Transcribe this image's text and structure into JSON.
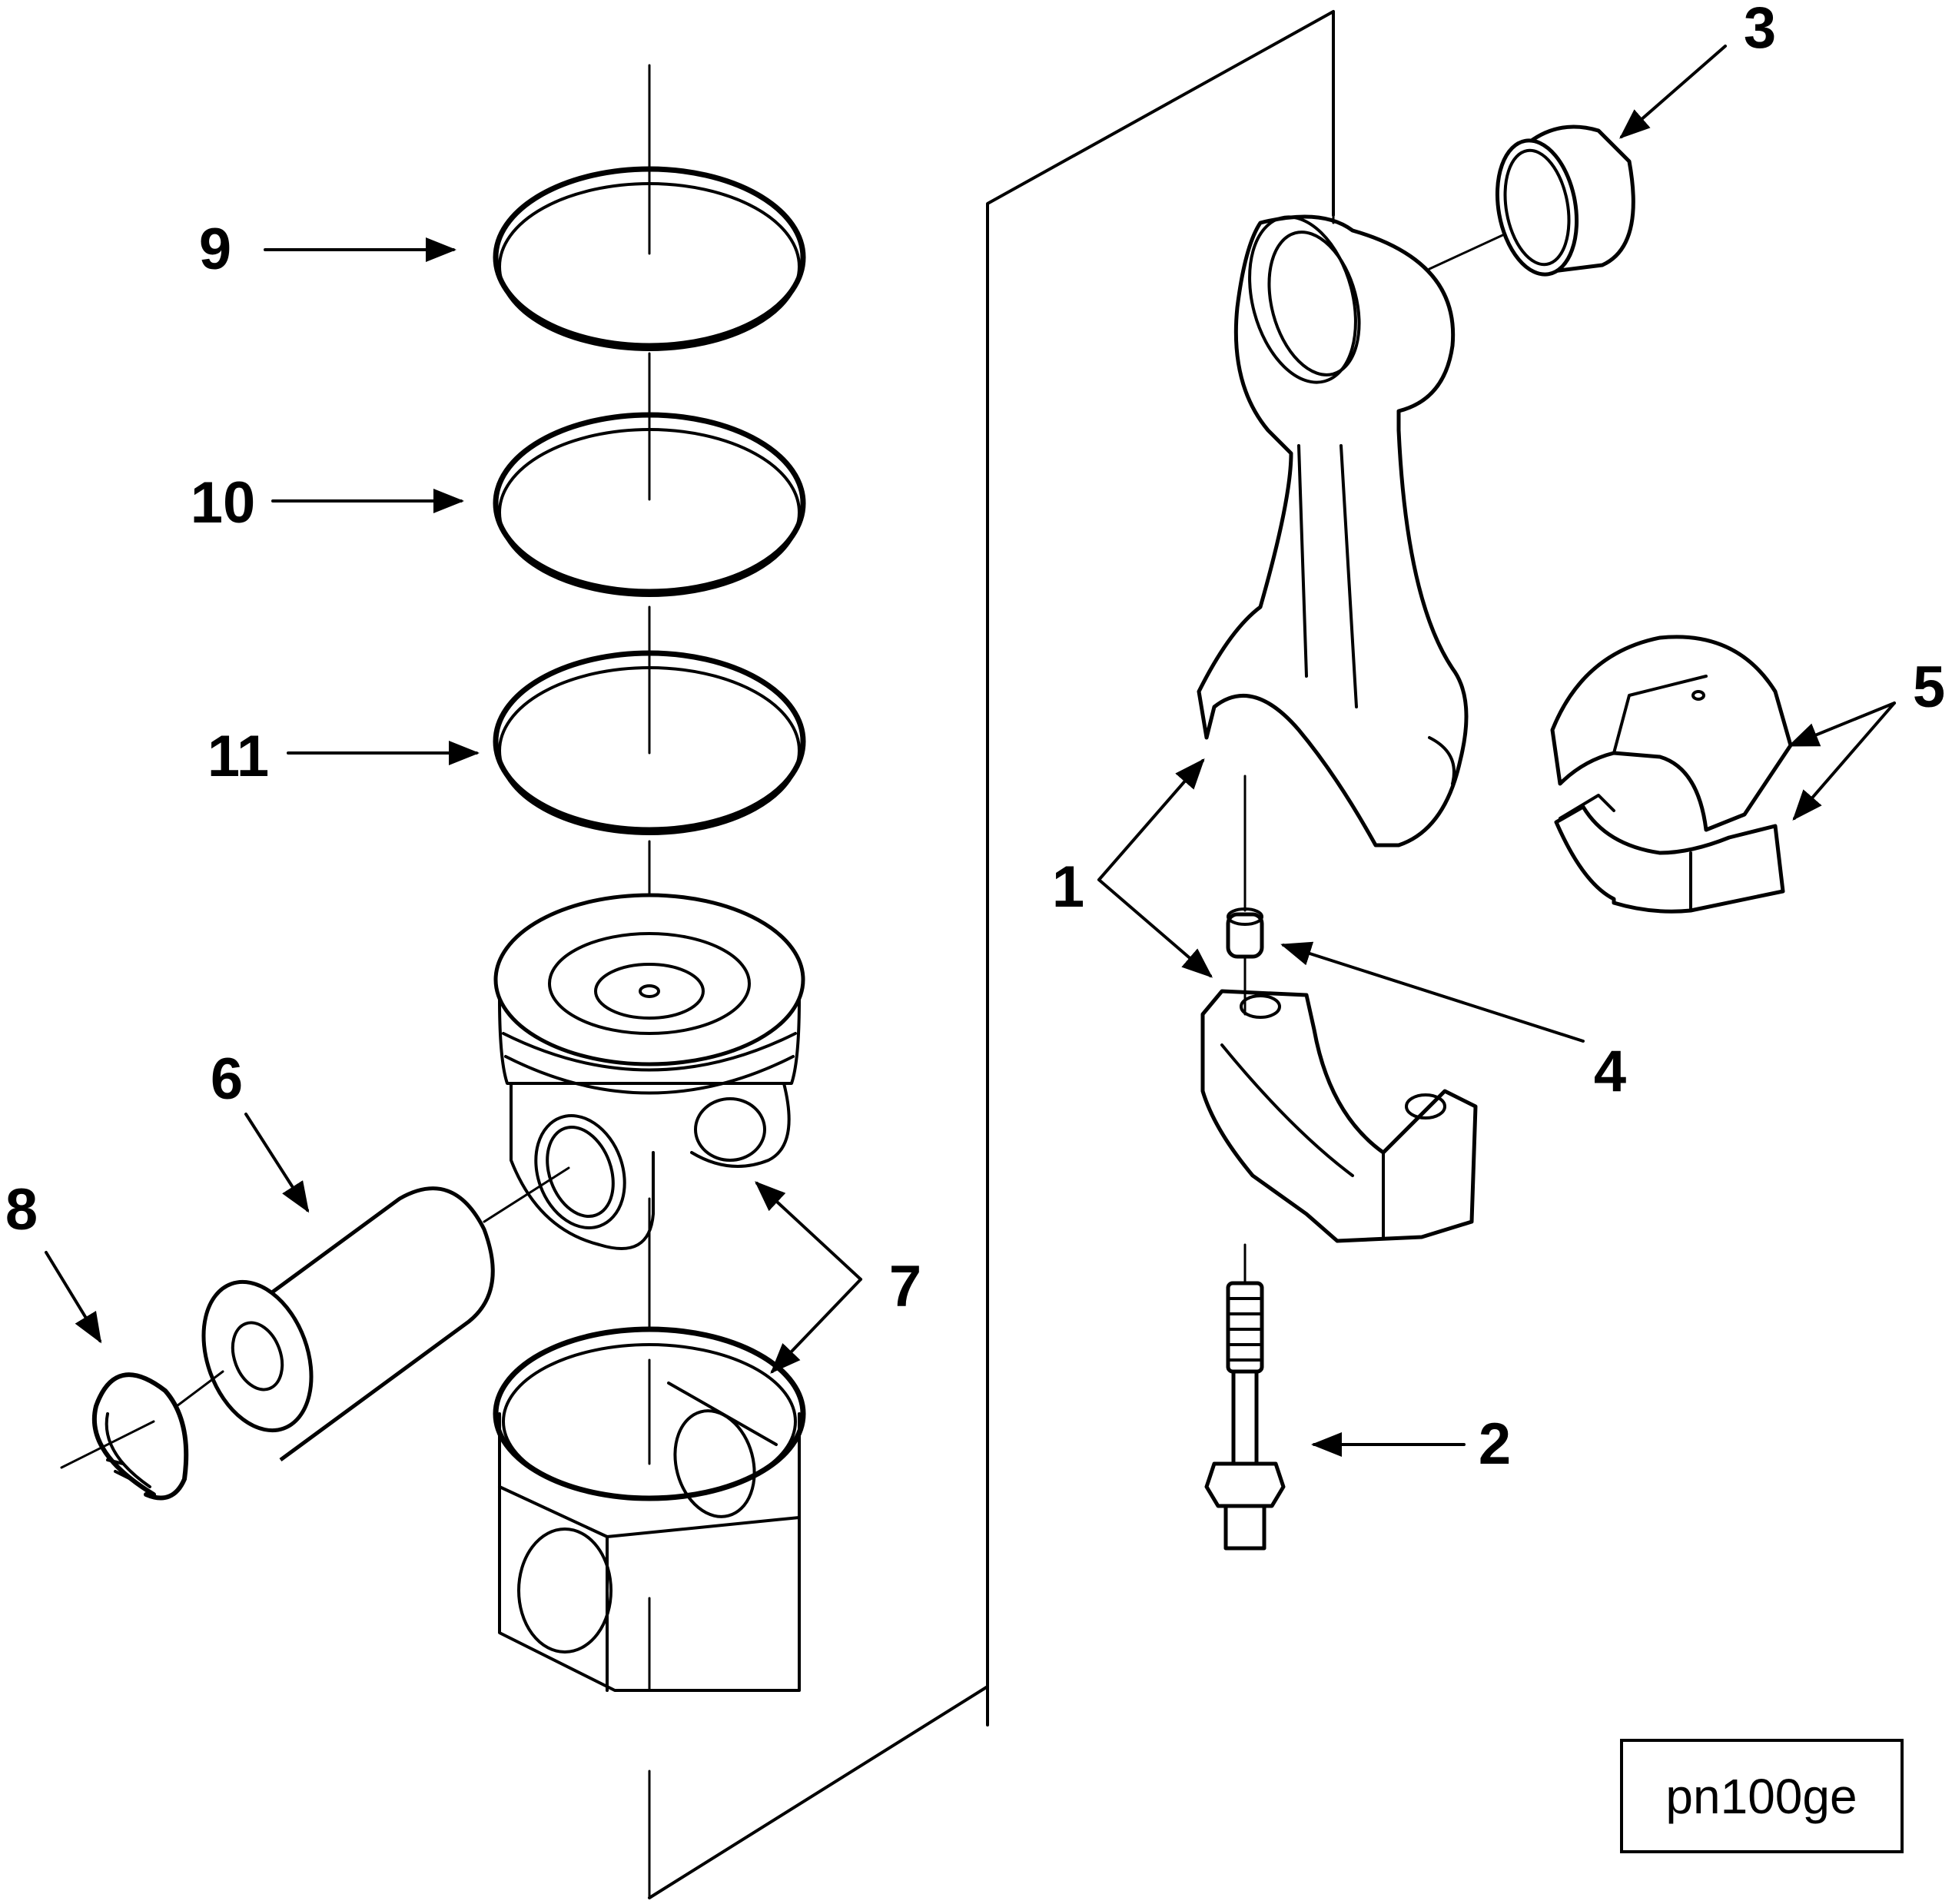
{
  "figure_code": "pn100ge",
  "callouts": {
    "c1": "1",
    "c2": "2",
    "c3": "3",
    "c4": "4",
    "c5": "5",
    "c6": "6",
    "c7": "7",
    "c8": "8",
    "c9": "9",
    "c10": "10",
    "c11": "11"
  }
}
